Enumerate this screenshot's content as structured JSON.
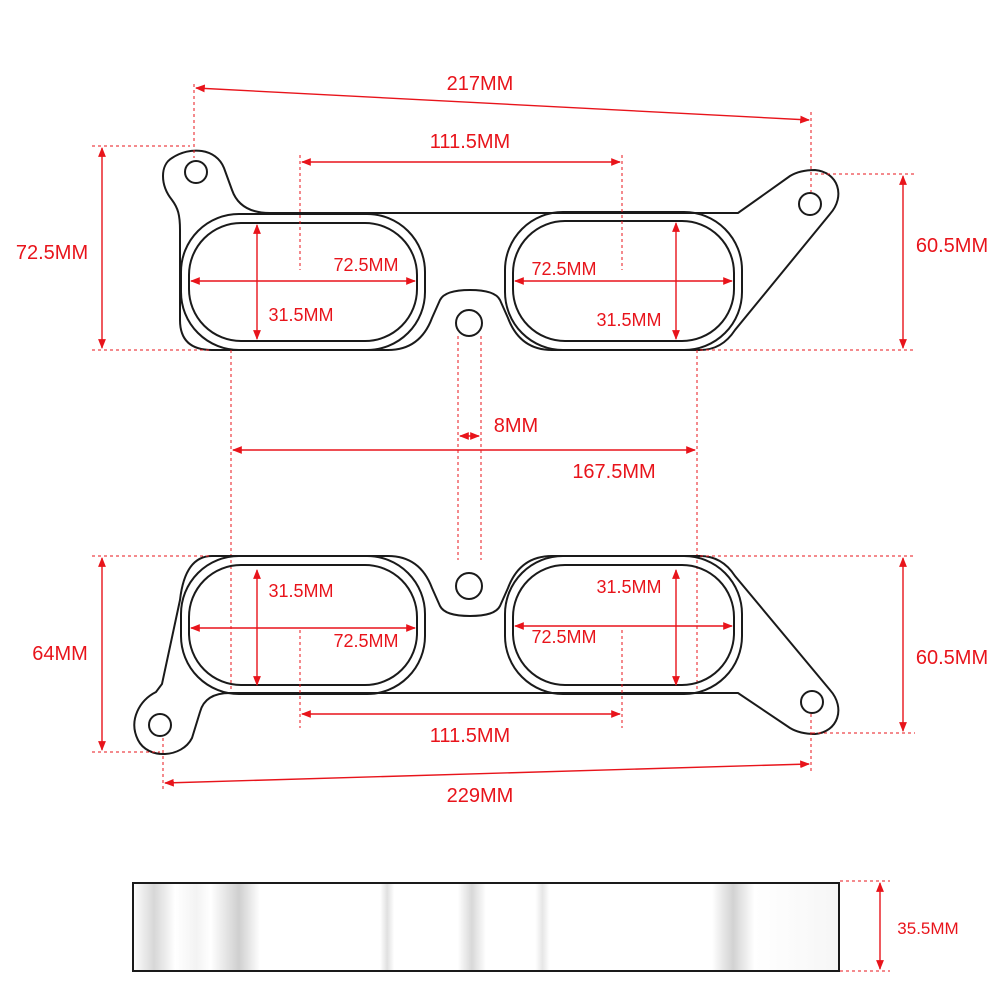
{
  "colors": {
    "outline": "#1a1a1a",
    "dimension": "#e8141b",
    "guide": "#e8141b",
    "background": "#ffffff"
  },
  "top_view": {
    "overall_length": "217MM",
    "port_spacing": "111.5MM",
    "left_height": "72.5MM",
    "right_height": "60.5MM",
    "left_port_width": "72.5MM",
    "left_port_height": "31.5MM",
    "right_port_width": "72.5MM",
    "right_port_height": "31.5MM"
  },
  "middle": {
    "pin_width": "8MM",
    "flange_width": "167.5MM"
  },
  "bottom_view": {
    "overall_length": "229MM",
    "port_spacing": "111.5MM",
    "left_height": "64MM",
    "right_height": "60.5MM",
    "left_port_width": "72.5MM",
    "left_port_height": "31.5MM",
    "right_port_width": "72.5MM",
    "right_port_height": "31.5MM"
  },
  "side_view": {
    "thickness": "35.5MM"
  }
}
